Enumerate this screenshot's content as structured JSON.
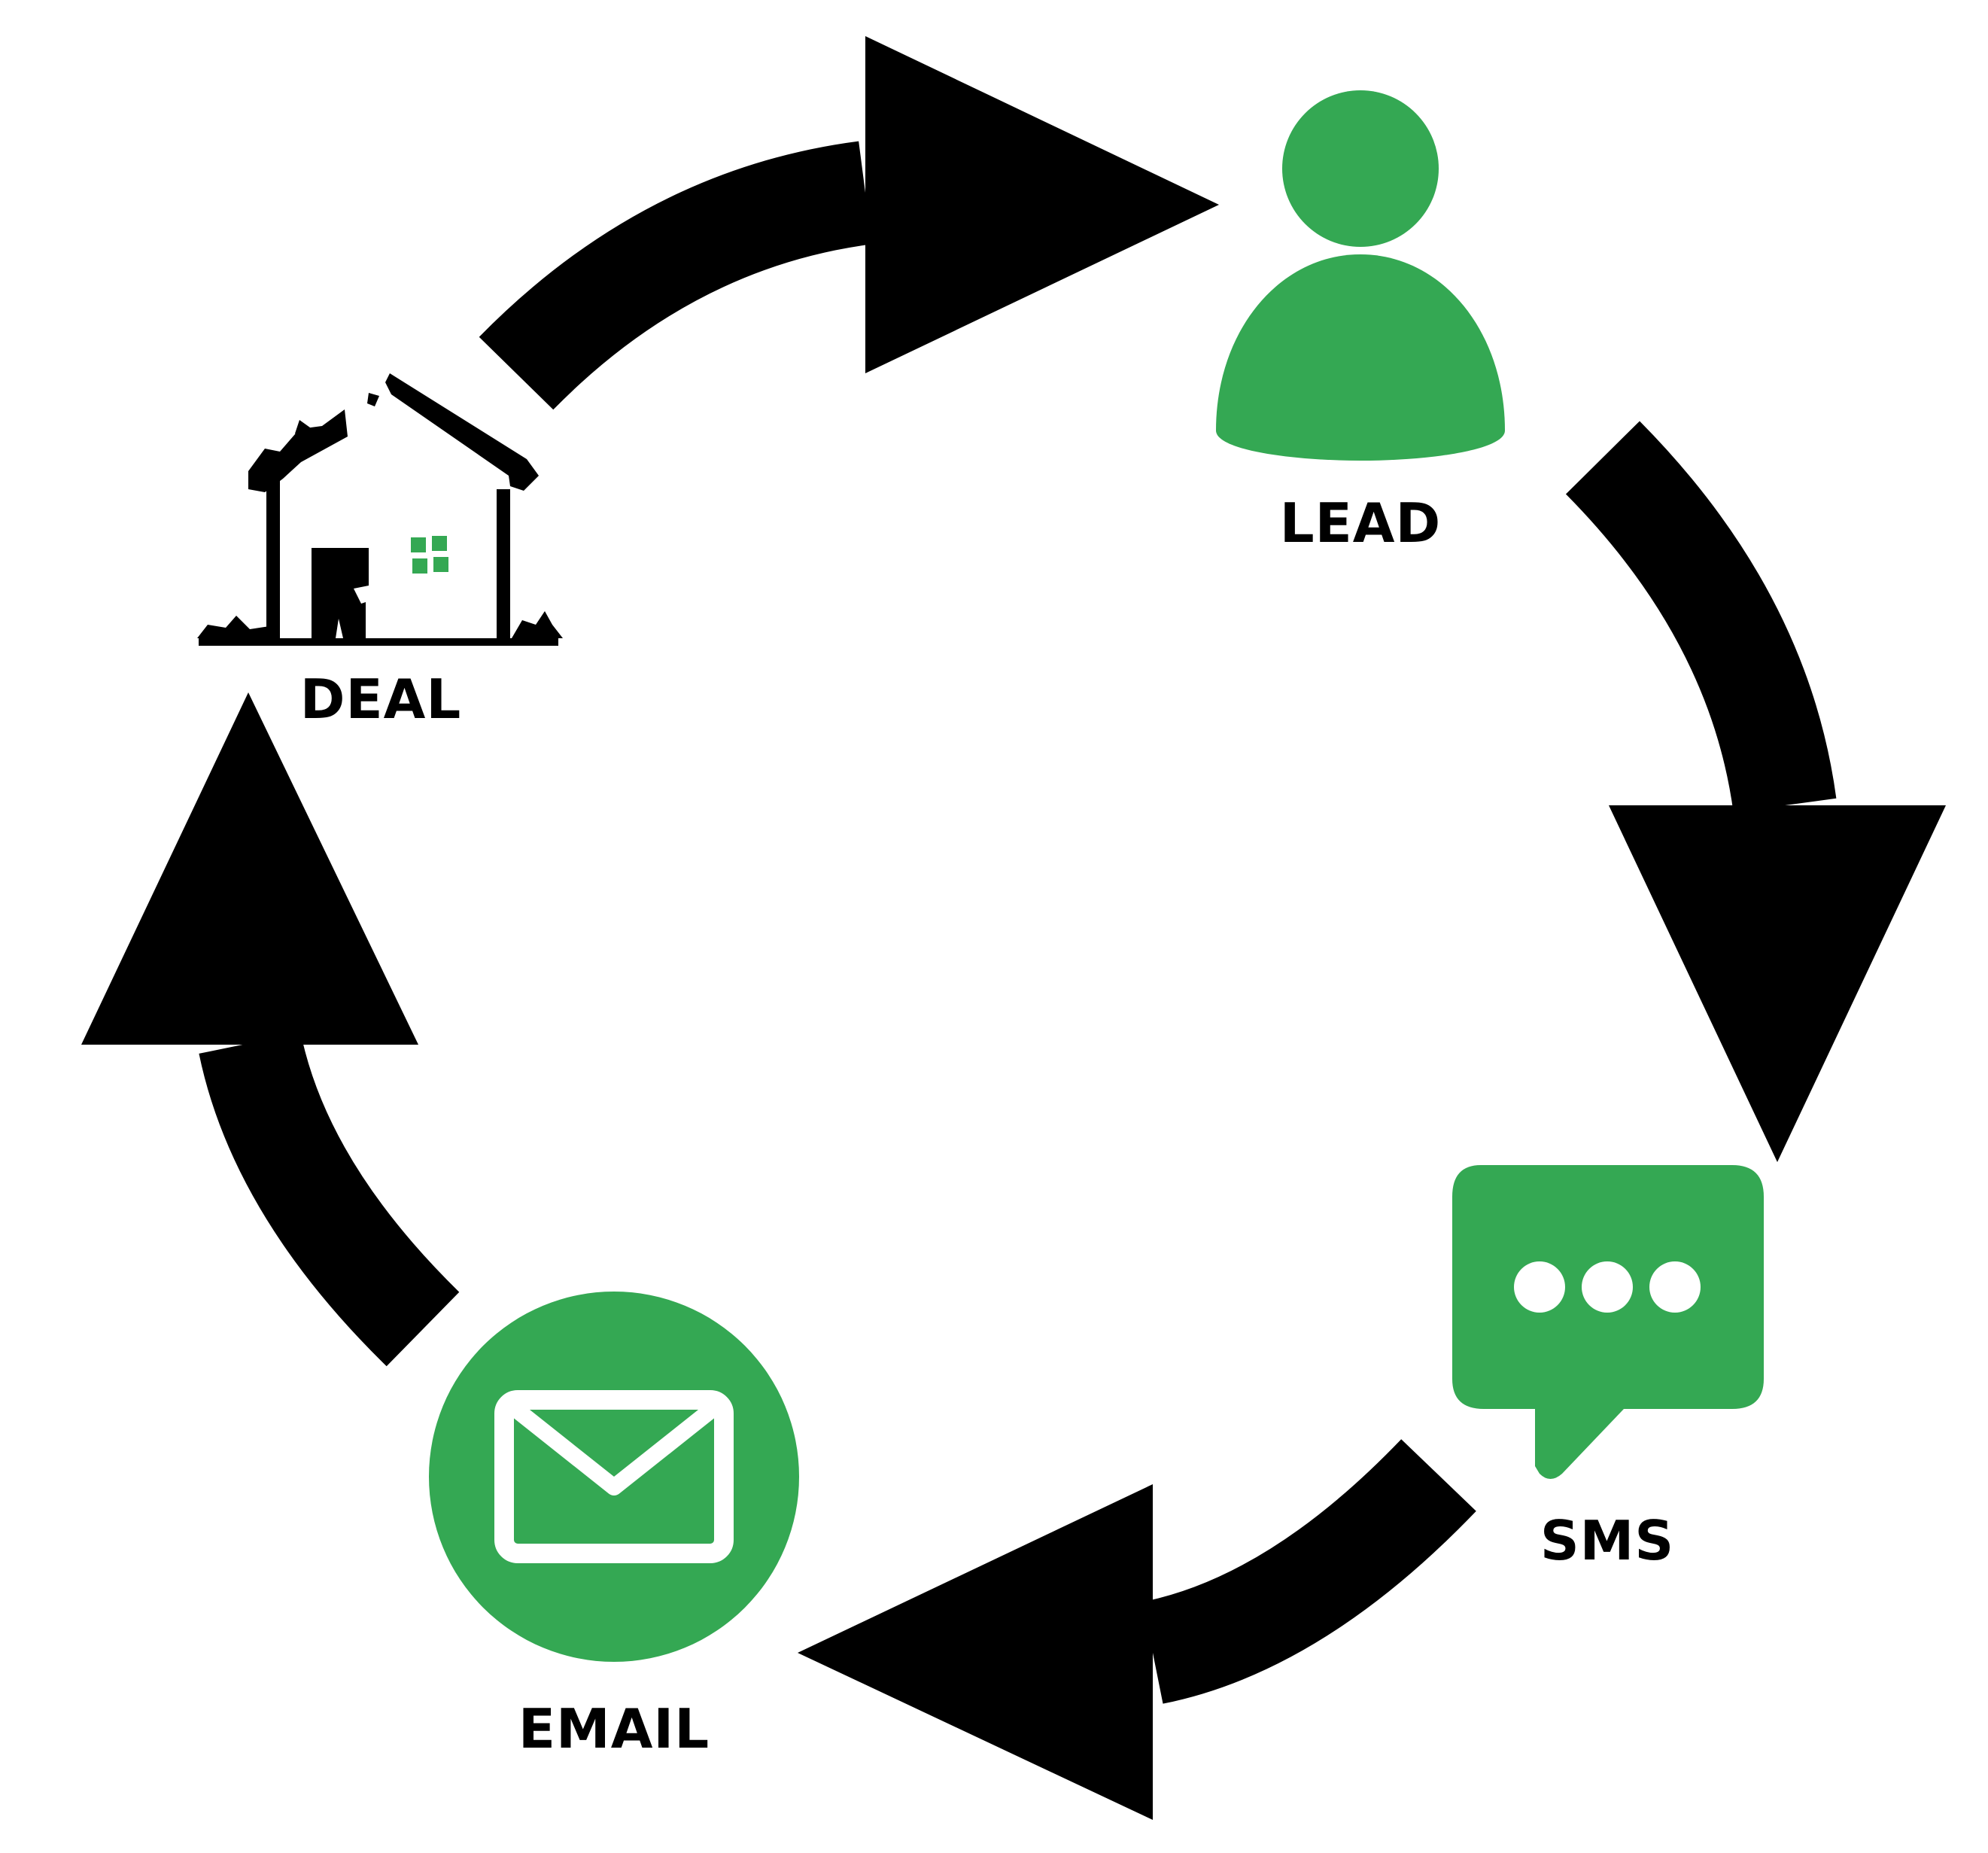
{
  "diagram": {
    "type": "cycle",
    "colors": {
      "accent": "#34A853",
      "arrow": "#000000",
      "icon_detail": "#ffffff",
      "background": "#ffffff"
    },
    "nodes": [
      {
        "id": "lead",
        "label": "LEAD",
        "icon": "person-icon"
      },
      {
        "id": "sms",
        "label": "SMS",
        "icon": "chat-bubble-icon"
      },
      {
        "id": "email",
        "label": "EMAIL",
        "icon": "envelope-icon"
      },
      {
        "id": "deal",
        "label": "DEAL",
        "icon": "house-icon"
      }
    ],
    "edges": [
      {
        "from": "deal",
        "to": "lead"
      },
      {
        "from": "lead",
        "to": "sms"
      },
      {
        "from": "sms",
        "to": "email"
      },
      {
        "from": "email",
        "to": "deal"
      }
    ]
  }
}
